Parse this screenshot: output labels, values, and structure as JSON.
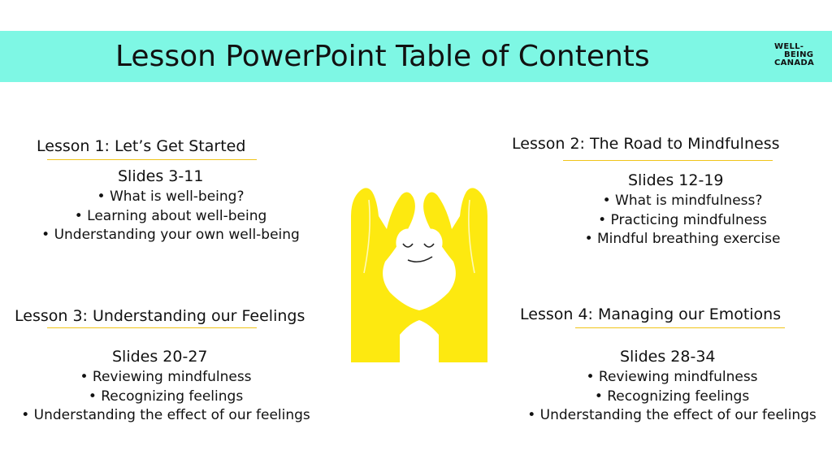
{
  "header": {
    "title": "Lesson PowerPoint Table of Contents",
    "logo_lines": [
      "WELL-",
      "BEING",
      "CANADA"
    ],
    "bar_color": "#7ef7e4"
  },
  "lessons": [
    {
      "title": "Lesson 1: Let’s Get Started",
      "slides": "Slides 3-11",
      "bullets": [
        "What is well-being?",
        "Learning about well-being",
        "Understanding your own well-being"
      ]
    },
    {
      "title": "Lesson 2: The Road to Mindfulness",
      "slides": "Slides 12-19",
      "bullets": [
        "What is mindfulness?",
        "Practicing mindfulness",
        "Mindful breathing exercise"
      ]
    },
    {
      "title": "Lesson 3: Understanding our Feelings",
      "slides": "Slides 20-27",
      "bullets": [
        "Reviewing mindfulness",
        "Recognizing feelings",
        "Understanding the effect of our feelings"
      ]
    },
    {
      "title": "Lesson 4: Managing our Emotions",
      "slides": "Slides 28-34",
      "bullets": [
        "Reviewing mindfulness",
        "Recognizing feelings",
        "Understanding the effect of our feelings"
      ]
    }
  ],
  "illustration": {
    "icon": "heart-hands-smiling-face-icon",
    "color": "#fde910",
    "rule_color": "#f0c419"
  }
}
